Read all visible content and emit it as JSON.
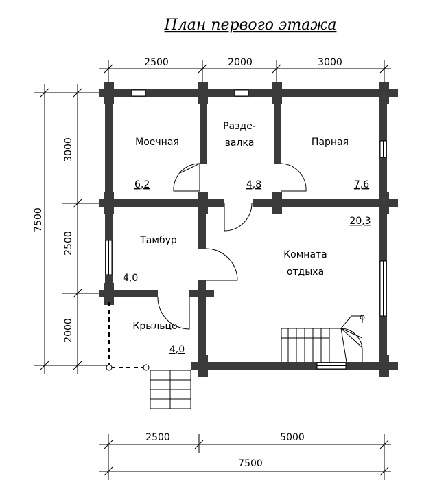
{
  "title": "План первого этажа",
  "dimensions": {
    "top": [
      "2500",
      "2000",
      "3000"
    ],
    "left_total": "7500",
    "left_parts": [
      "3000",
      "2500",
      "2000"
    ],
    "bottom_parts": [
      "2500",
      "5000"
    ],
    "bottom_total": "7500"
  },
  "rooms": [
    {
      "name": "Моечная",
      "area": "6,2"
    },
    {
      "name": "Разде-",
      "name2": "валка",
      "area": "4,8"
    },
    {
      "name": "Парная",
      "area": "7,6"
    },
    {
      "name": "Тамбур",
      "area": "4,0"
    },
    {
      "name": "Комната",
      "name2": "отдыха",
      "area": "20,3"
    },
    {
      "name": "Крыльцо",
      "area": "4,0"
    }
  ]
}
